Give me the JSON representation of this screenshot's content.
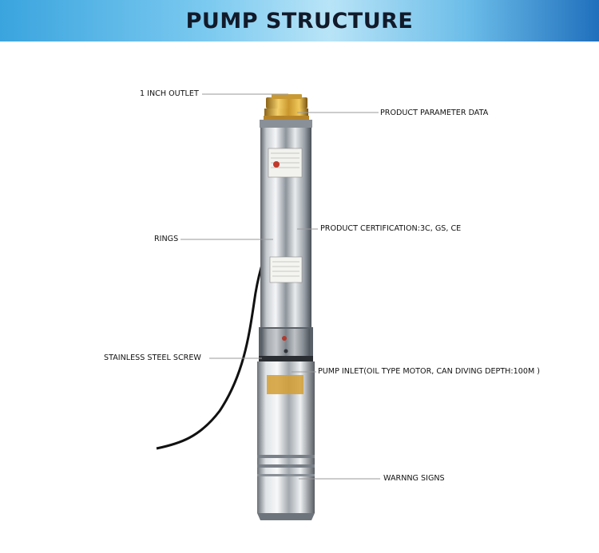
{
  "header": {
    "title": "PUMP STRUCTURE"
  },
  "labels": {
    "outlet": "1 INCH OUTLET",
    "parameter": "PRODUCT PARAMETER DATA",
    "rings": "RINGS",
    "certification": "PRODUCT CERTIFICATION:3C, GS, CE",
    "screw": "STAINLESS STEEL SCREW",
    "inlet": "PUMP INLET(OIL TYPE MOTOR, CAN DIVING DEPTH:100M )",
    "warning": "WARNNG SIGNS"
  },
  "colors": {
    "banner_dark": "#1f6fbd",
    "banner_light": "#b9e4f7",
    "brass": "#d4a53a",
    "steel_light": "#f0f2f4",
    "steel_dark": "#5d636a",
    "cable": "#111111",
    "leader_line": "#9a9a9a"
  }
}
